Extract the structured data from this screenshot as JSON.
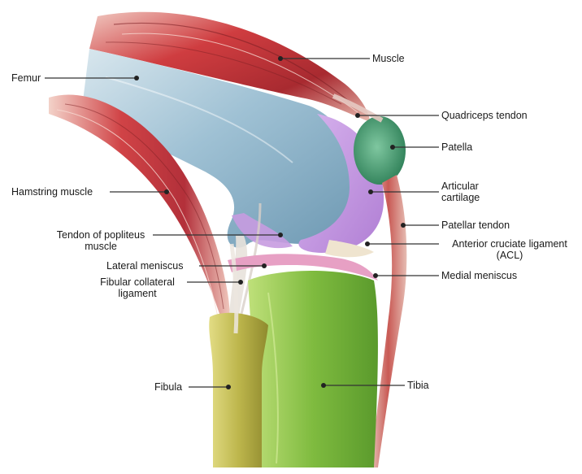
{
  "diagram": {
    "labels": {
      "muscle": "Muscle",
      "femur": "Femur",
      "quadriceps_tendon": "Quadriceps tendon",
      "patella": "Patella",
      "articular_cartilage_1": "Articular",
      "articular_cartilage_2": "cartilage",
      "hamstring_muscle": "Hamstring muscle",
      "patellar_tendon": "Patellar tendon",
      "popliteus_1": "Tendon of popliteus",
      "popliteus_2": "muscle",
      "acl_1": "Anterior cruciate ligament",
      "acl_2": "(ACL)",
      "lateral_meniscus": "Lateral meniscus",
      "medial_meniscus": "Medial meniscus",
      "fibular_collateral_1": "Fibular collateral",
      "fibular_collateral_2": "ligament",
      "fibula": "Fibula",
      "tibia": "Tibia"
    },
    "colors": {
      "muscle_red": "#c8373a",
      "muscle_light": "#e8b4a8",
      "femur_blue": "#8fb6cc",
      "cartilage_purple": "#c79be0",
      "patella_green": "#4fa27a",
      "tibia_green": "#7db83e",
      "fibula_olive": "#b8b24a",
      "meniscus_pink": "#e7a0c4",
      "leader": "#333333"
    }
  }
}
